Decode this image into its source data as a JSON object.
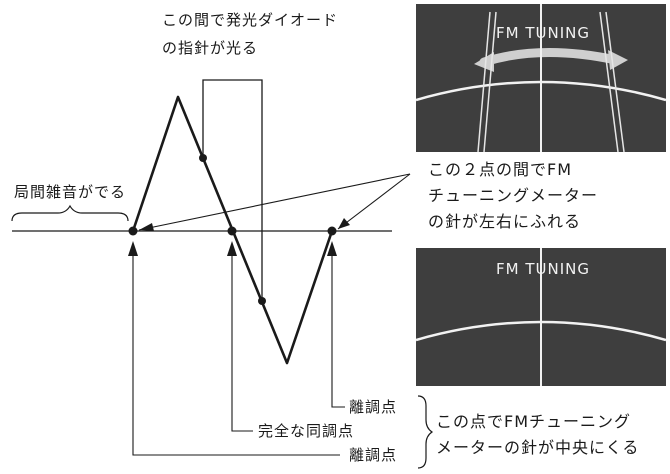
{
  "annotations": {
    "led_note_line1": "この間で発光ダイオード",
    "led_note_line2": "の指針が光る",
    "noise_label": "局間雑音がでる",
    "swing_note_line1": "この２点の間でFM",
    "swing_note_line2": "チューニングメーター",
    "swing_note_line3": "の針が左右にふれる",
    "detune_label_upper": "離調点",
    "exact_tune_label": "完全な同調点",
    "detune_label_lower": "離調点",
    "center_note_line1": "この点でFMチューニング",
    "center_note_line2": "メーターの針が中央にくる"
  },
  "meter_top": {
    "title": "FM TUNING",
    "state": "needle-swinging"
  },
  "meter_bottom": {
    "title": "FM TUNING",
    "state": "needle-centered"
  },
  "colors": {
    "line": "#1a1a1a",
    "panel": "#3e3e3e",
    "panel_ink": "#f2f2f2"
  }
}
